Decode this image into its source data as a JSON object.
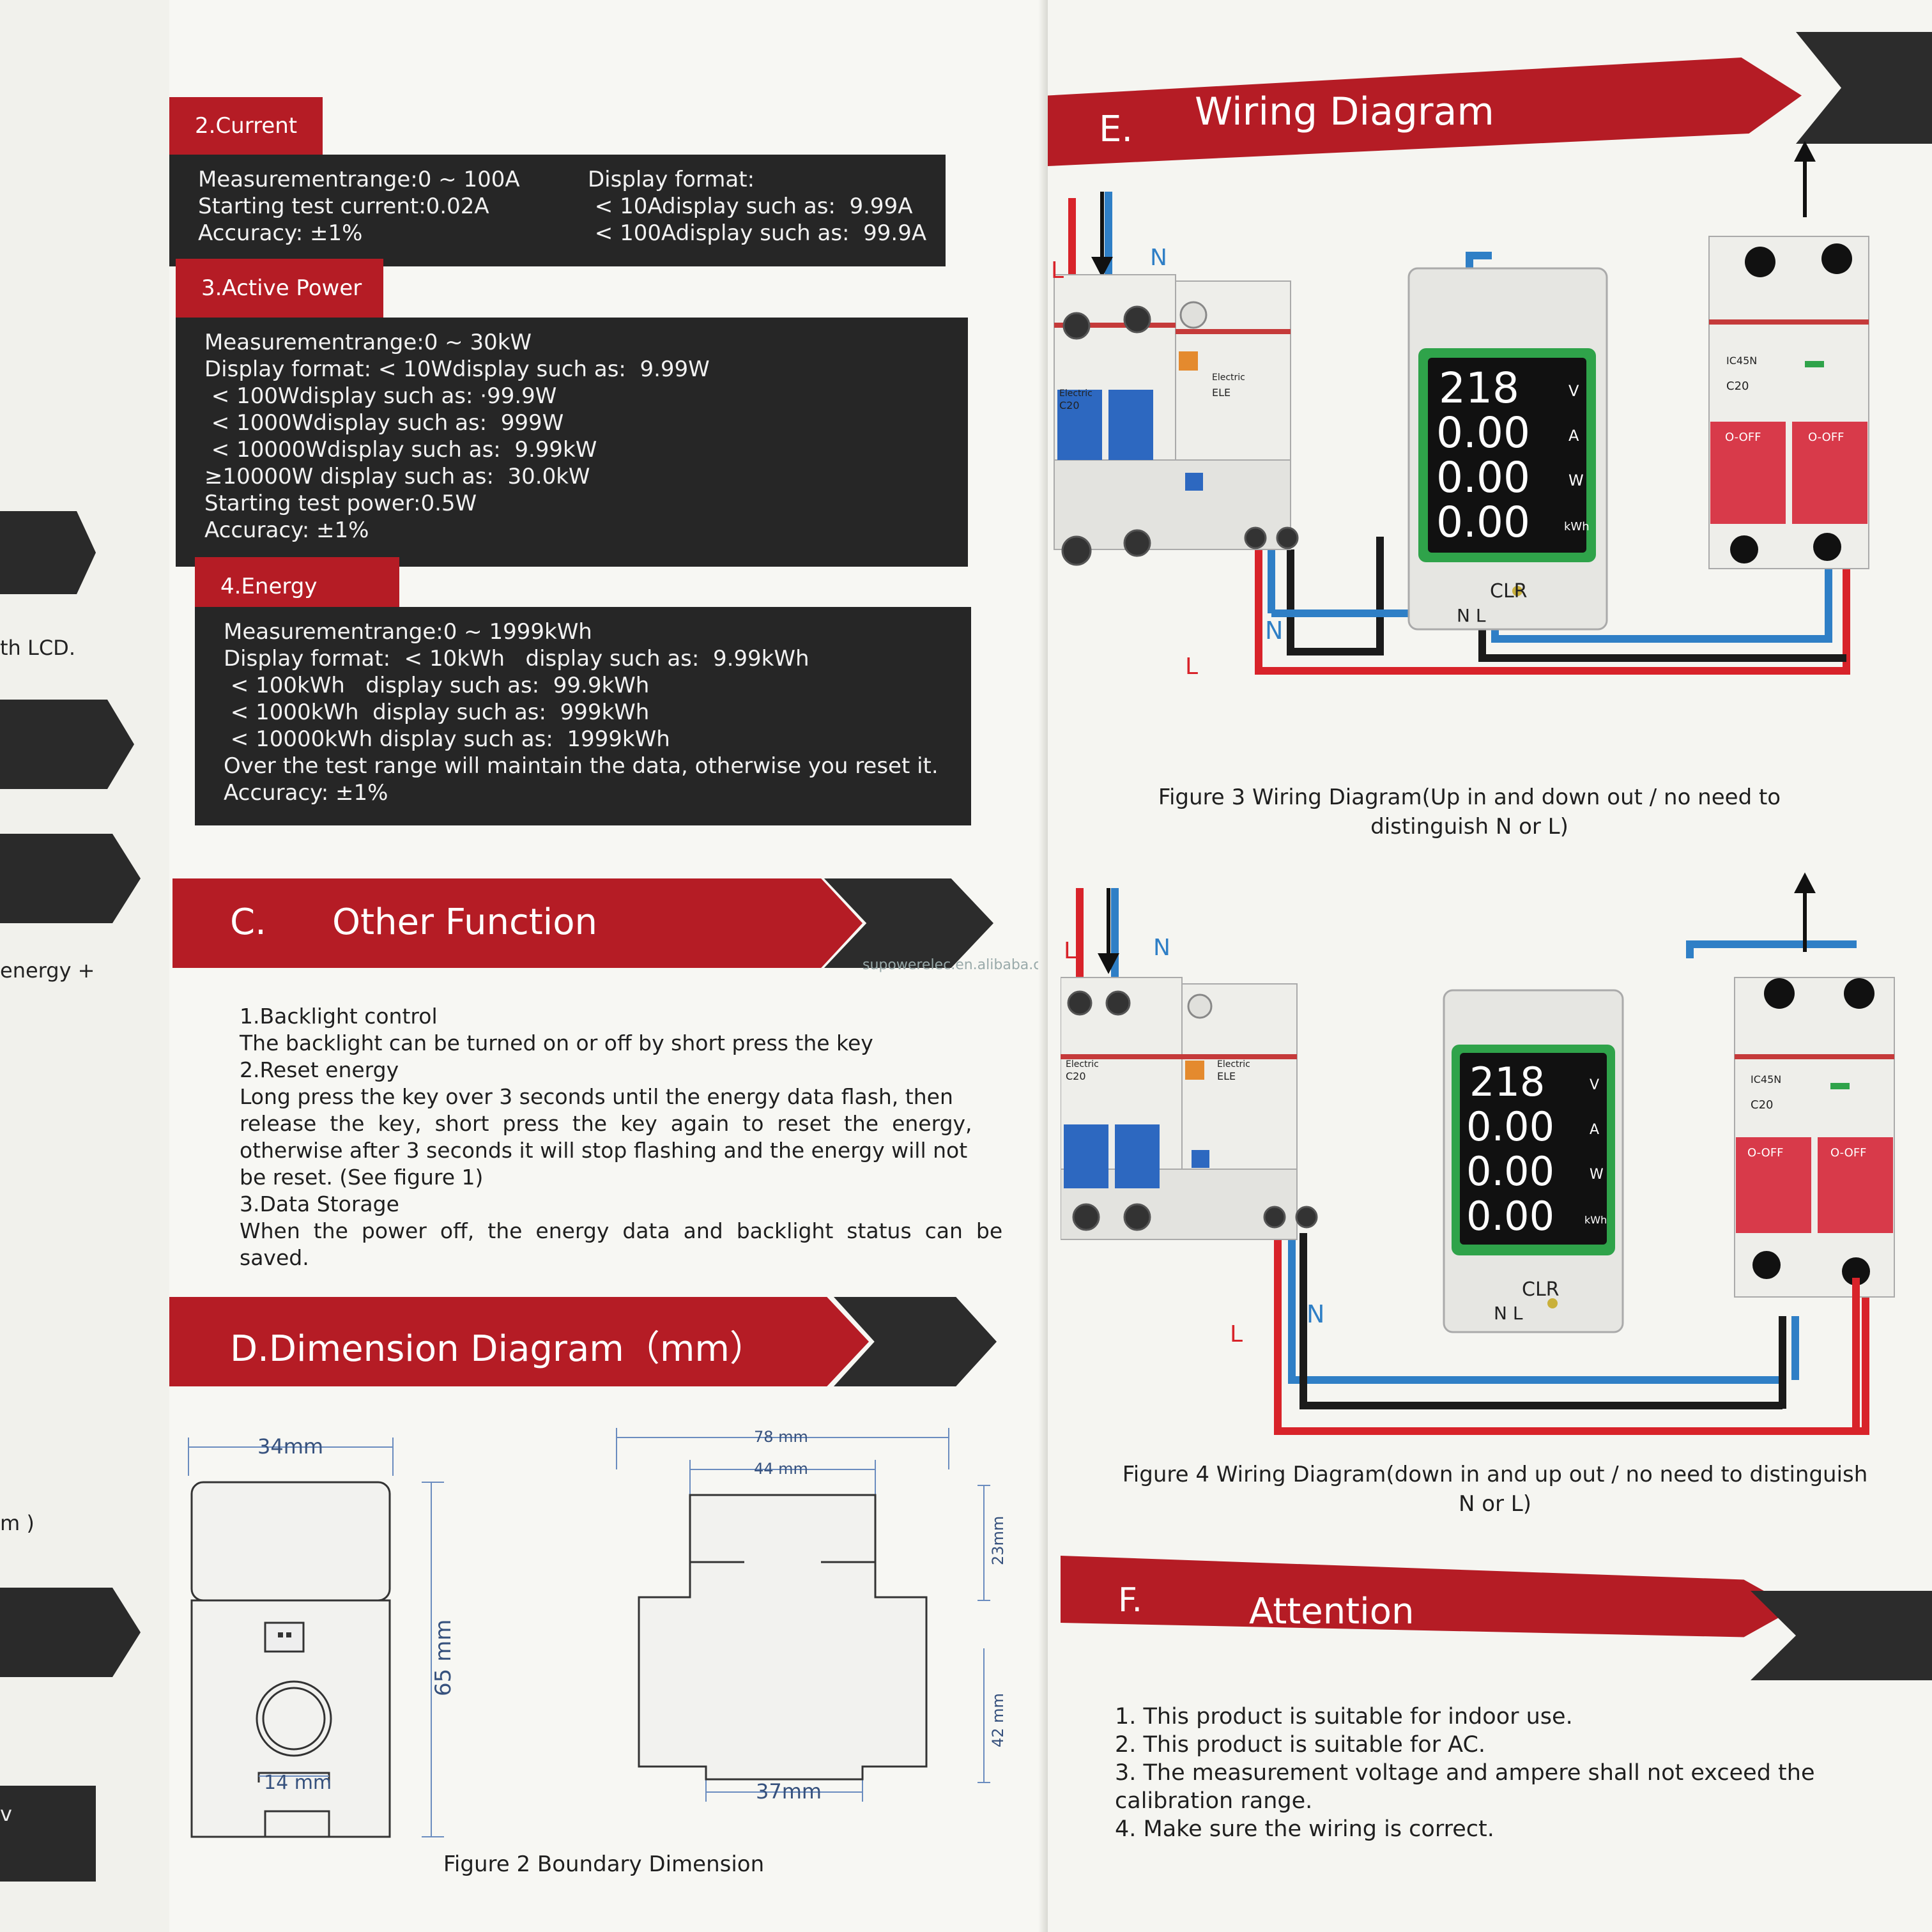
{
  "left_edge": {
    "text_lcd": "th LCD.",
    "text_energy": "energy +",
    "text_m": "m )",
    "text_v": "v"
  },
  "current": {
    "tab": "2.Current",
    "lines_left": [
      "Measurementrange:0 ~ 100A",
      "Starting test current:0.02A",
      "Accuracy: ±1%"
    ],
    "lines_right": [
      "Display format:",
      " < 10Adisplay such as:  9.99A",
      " < 100Adisplay such as:  99.9A"
    ]
  },
  "active_power": {
    "tab": "3.Active Power",
    "lines": [
      "Measurementrange:0 ~ 30kW",
      "Display format: < 10Wdisplay such as:  9.99W",
      " < 100Wdisplay such as: ·99.9W",
      " < 1000Wdisplay such as:  999W",
      " < 10000Wdisplay such as:  9.99kW",
      "≥10000W display such as:  30.0kW",
      "Starting test power:0.5W",
      "Accuracy: ±1%"
    ]
  },
  "energy": {
    "tab": "4.Energy",
    "lines": [
      "Measurementrange:0 ~ 1999kWh",
      "Display format:  < 10kWh   display such as:  9.99kWh",
      " < 100kWh   display such as:  99.9kWh",
      " < 1000kWh  display such as:  999kWh",
      " < 10000kWh display such as:  1999kWh",
      "Over the test range will maintain the data, otherwise you reset it.",
      "Accuracy: ±1%"
    ]
  },
  "other_function": {
    "letter": "C.",
    "title": "Other Function",
    "lines": [
      "1.Backlight control",
      "The backlight can be turned on or off by short press the key",
      "2.Reset energy",
      "Long press the key over 3 seconds until the energy data flash, then",
      "release  the  key,  short  press  the  key  again  to  reset  the  energy,",
      "otherwise after 3 seconds it will stop flashing and the energy will not",
      "be reset. (See figure 1)",
      "3.Data Storage",
      "When  the  power  off,  the  energy  data  and  backlight  status  can  be",
      "saved."
    ]
  },
  "watermark": "supowerelec.en.alibaba.com",
  "dimension": {
    "title": "D.Dimension Diagram（mm）",
    "labels": {
      "w34": "34mm",
      "h65": "65 mm",
      "w14": "14 mm",
      "w78": "78 mm",
      "w44": "44 mm",
      "h23": "23mm",
      "h42": "42 mm",
      "w37": "37mm"
    },
    "caption": "Figure 2 Boundary Dimension"
  },
  "wiring": {
    "letter": "E.",
    "title": "Wiring Diagram",
    "L": "L",
    "N": "N",
    "display_values": [
      "218",
      "0.00",
      "0.00",
      "0.00"
    ],
    "display_units": [
      "V",
      "A",
      "W",
      "kWh"
    ],
    "clr": "CLR",
    "nl": "N  L",
    "breaker_left_brand": "Electric",
    "breaker_left_model": "C20",
    "breaker_rcd_brand": "Electric",
    "breaker_rcd_model": "ELE",
    "breaker_right_model": "C20",
    "breaker_right_brand": "IC45N",
    "off": "O-OFF",
    "figure3_caption": [
      "Figure 3 Wiring Diagram(Up in and down out / no need to",
      "distinguish N or L)"
    ],
    "figure4_caption": [
      "Figure 4 Wiring Diagram(down in and up out / no need to distinguish",
      "N or L)"
    ]
  },
  "attention": {
    "letter": "F.",
    "title": "Attention",
    "lines": [
      "1. This product is suitable for indoor use.",
      "2. This product is suitable for AC.",
      "3. The measurement voltage and ampere shall not exceed the",
      "calibration range.",
      "4. Make sure the wiring is correct."
    ]
  },
  "colors": {
    "red": "#b51c25",
    "dark": "#262626",
    "wire_blue": "#2f7fc6",
    "wire_red": "#d8232a",
    "lcd_green": "#2fa34a"
  }
}
